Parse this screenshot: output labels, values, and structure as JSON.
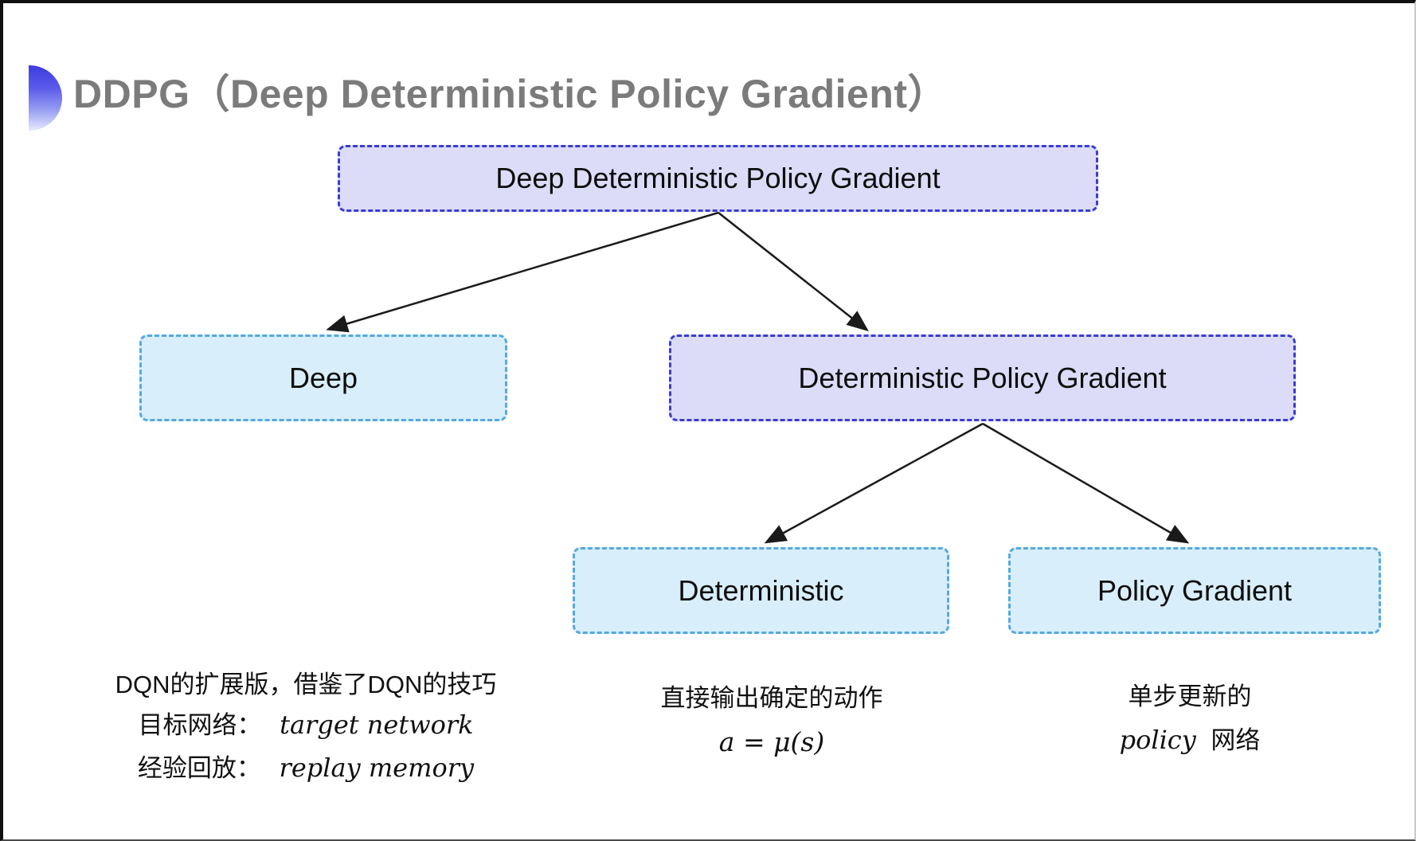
{
  "title": "DDPG（Deep Deterministic Policy Gradient）",
  "nodes": {
    "root": "Deep Deterministic Policy Gradient",
    "deep": "Deep",
    "dpg": "Deterministic Policy Gradient",
    "deterministic": "Deterministic",
    "policy_gradient": "Policy Gradient"
  },
  "edges": [
    {
      "from": "root",
      "to": "deep"
    },
    {
      "from": "root",
      "to": "dpg"
    },
    {
      "from": "dpg",
      "to": "deterministic"
    },
    {
      "from": "dpg",
      "to": "policy_gradient"
    }
  ],
  "notes": {
    "deep": {
      "line1": "DQN的扩展版，借鉴了DQN的技巧",
      "line2_label": "目标网络：",
      "line2_value": "target network",
      "line3_label": "经验回放：",
      "line3_value": "replay memory"
    },
    "deterministic": {
      "line1": "直接输出确定的动作",
      "formula": "a = μ(s)"
    },
    "policy_gradient": {
      "line1": "单步更新的",
      "line2_italic": "policy",
      "line2_rest": "网络"
    }
  },
  "colors": {
    "lavender_fill": "#dcdcf8",
    "lavender_border": "#3c3cd0",
    "cyan_fill": "#d8eefa",
    "cyan_border": "#55a9dd",
    "title_gray": "#7b7b7b",
    "arrow": "#1a1a1a",
    "bullet_blue": "#3c3ce0"
  }
}
